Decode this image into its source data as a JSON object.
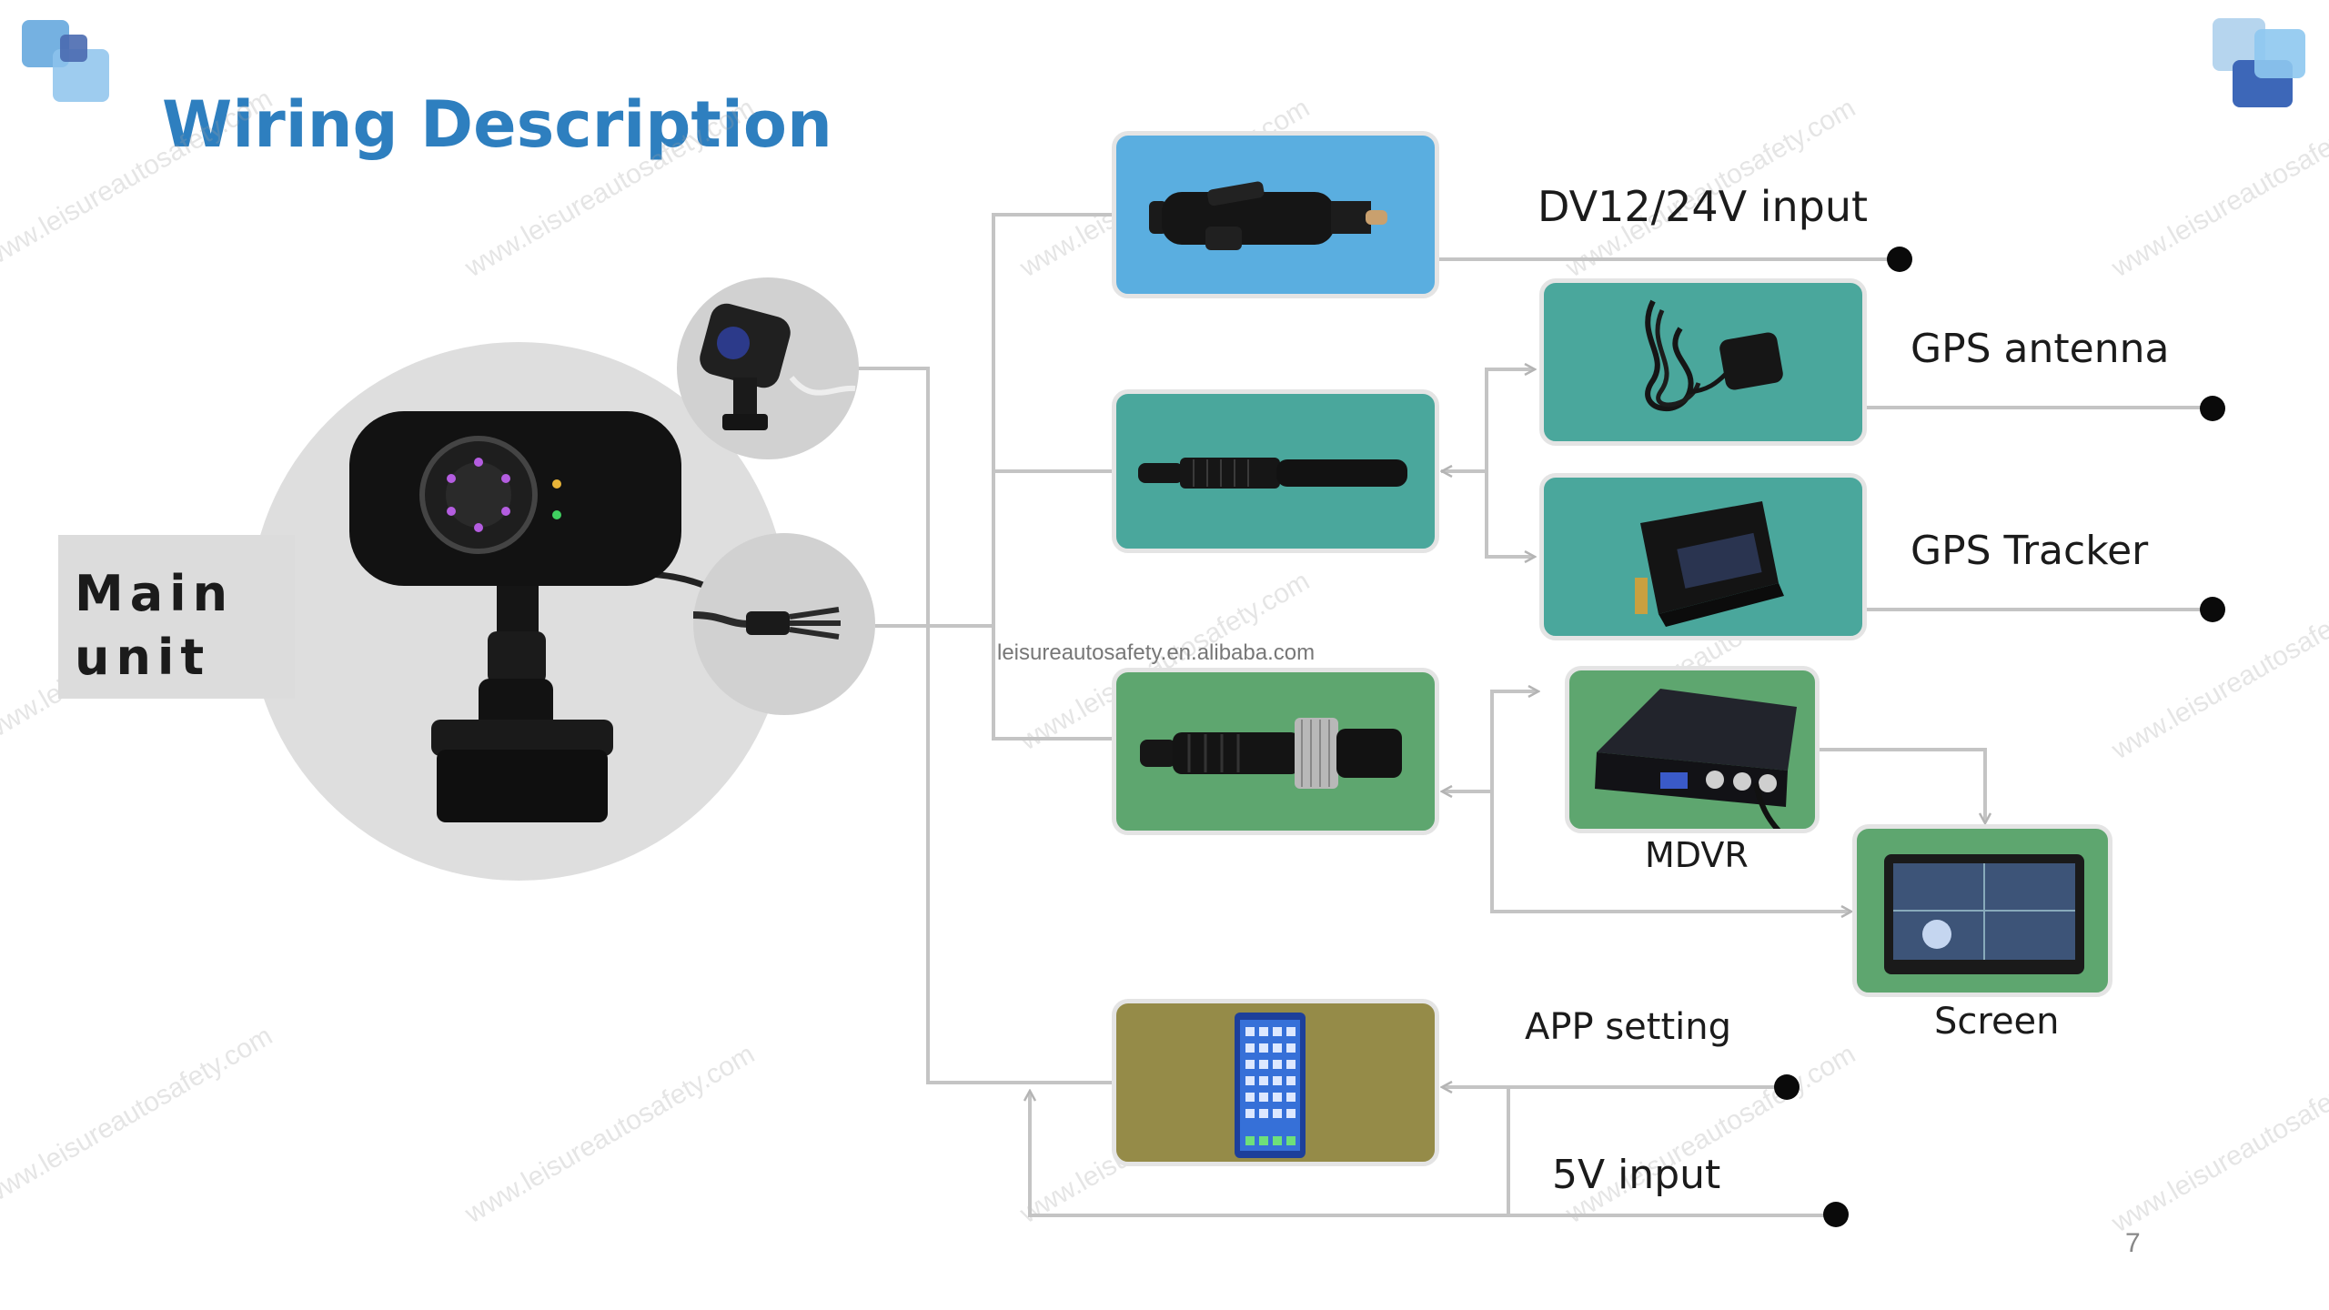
{
  "title": "Wiring Description",
  "main_unit": {
    "line1": "Main",
    "line2": "unit"
  },
  "labels": {
    "dv_input": "DV12/24V input",
    "gps_antenna": "GPS antenna",
    "gps_tracker": "GPS Tracker",
    "mdvr": "MDVR",
    "screen": "Screen",
    "app_setting": "APP setting",
    "five_v_input": "5V input"
  },
  "caption": "leisureautosafety.en.alibaba.com",
  "watermark": "www.leisureautosafety.com",
  "page_number": "7",
  "colors": {
    "title": "#2e7fbf",
    "card_blue": "#5aaee0",
    "card_teal": "#4aa79c",
    "card_green": "#5ea66f",
    "card_olive": "#958b48",
    "line": "#c4c4c4",
    "dot": "#0a0a0a"
  },
  "icons": {
    "logo_left": "stacked-squares-logo",
    "logo_right": "stacked-squares-logo",
    "cigarette_plug": "cigarette-lighter-plug-icon",
    "connector_4pin": "aviation-connector-icon",
    "phone": "smartphone-icon"
  }
}
